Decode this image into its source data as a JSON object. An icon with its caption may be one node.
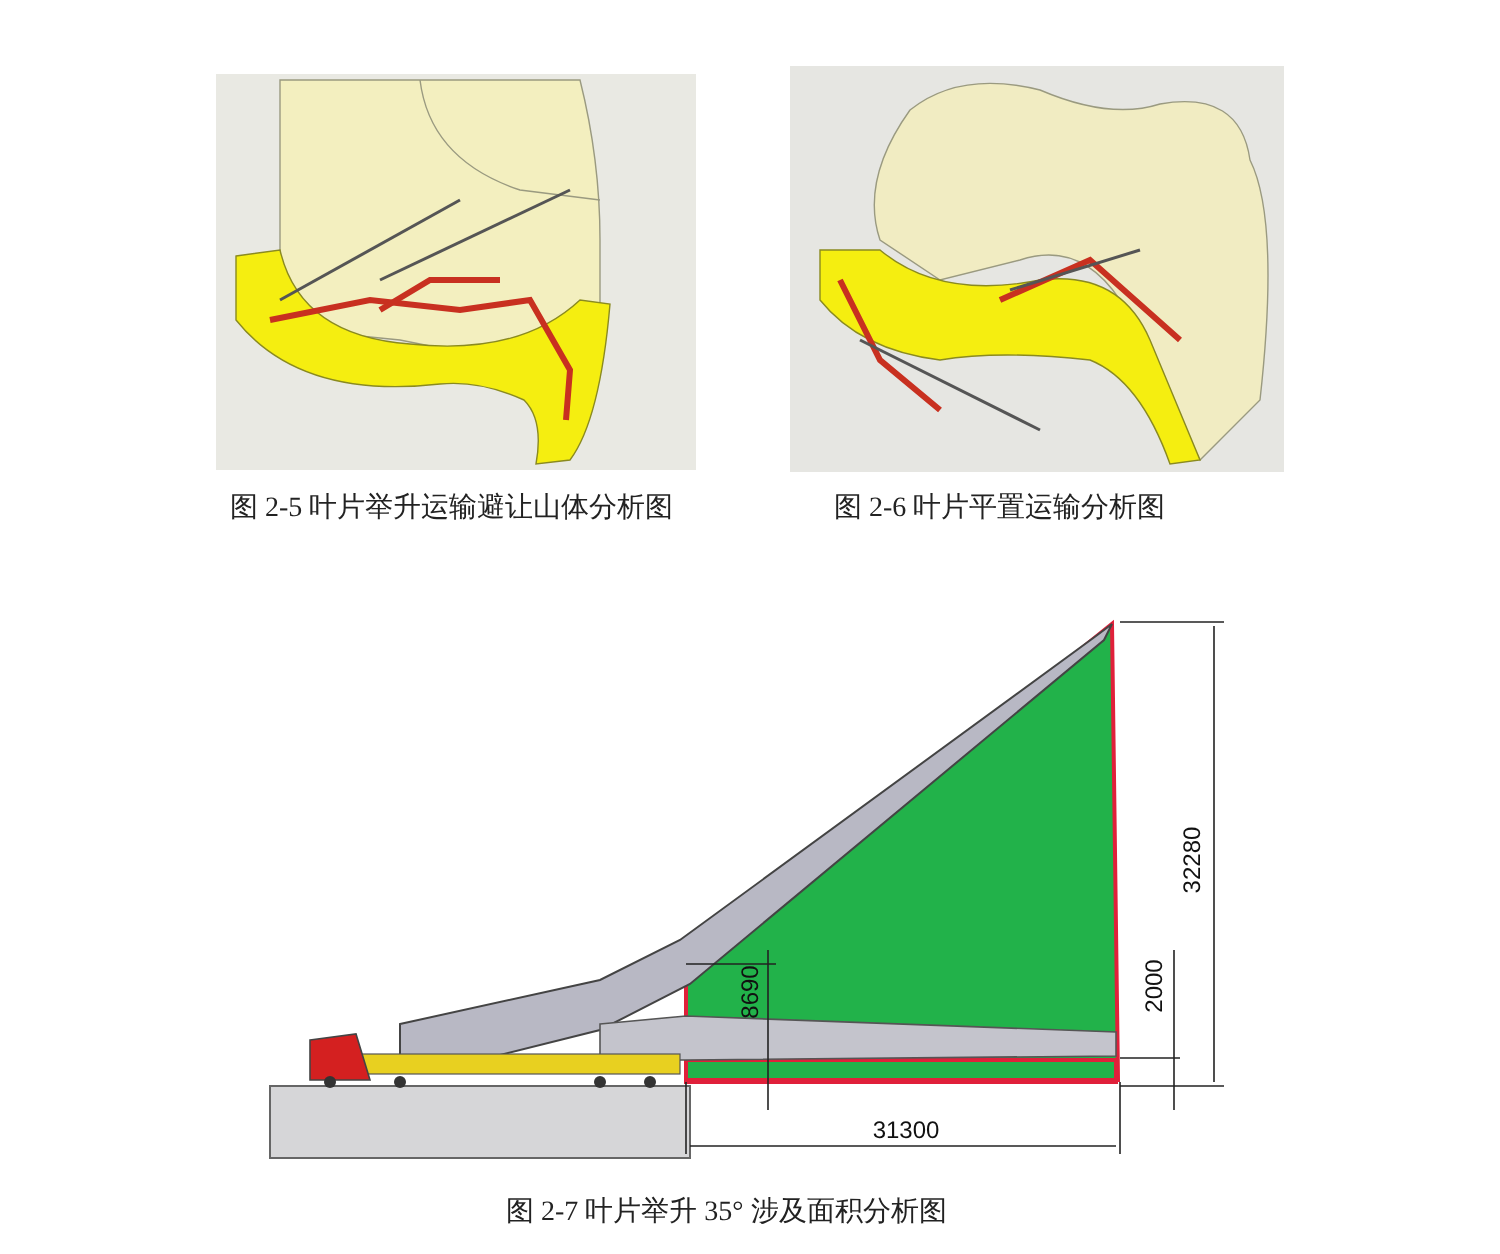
{
  "diagram": {
    "labels": [
      "图 2-5 叶片举升运输避让山体分析图",
      "图 2-6 叶片平置运输分析图",
      "32280",
      "2000",
      "8690",
      "31300",
      "图 2-7 叶片举升 35° 涉及面积分析图"
    ]
  }
}
